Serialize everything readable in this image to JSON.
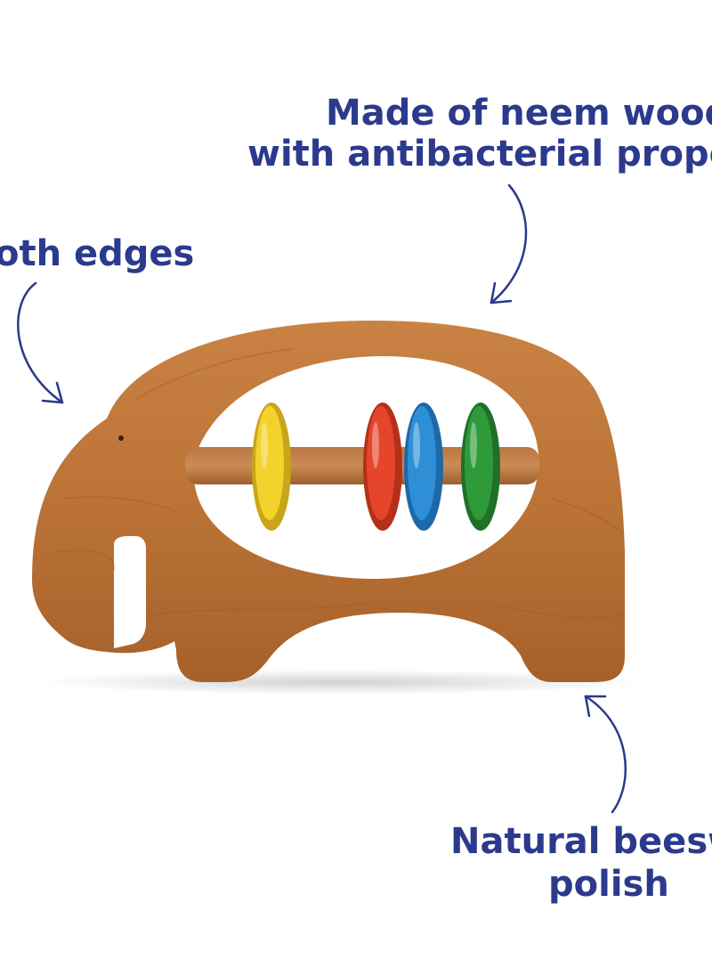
{
  "callouts": {
    "wood_line1": "Made of neem wood",
    "wood_line2": "with antibacterial proper",
    "edges": "oth edges",
    "polish_line1": "Natural beesw",
    "polish_line2": "polish"
  },
  "product": {
    "beads": [
      {
        "color": "#f3d22b",
        "shade": "#c9a51a"
      },
      {
        "color": "#e5452a",
        "shade": "#b5301b"
      },
      {
        "color": "#2f8fd6",
        "shade": "#1d69a8"
      },
      {
        "color": "#2f9a3a",
        "shade": "#1f7028"
      }
    ],
    "wood_color": "#c2783a",
    "wood_dark": "#a35f2a"
  },
  "colors": {
    "text": "#2b3a8c",
    "arrow": "#2b3a8c"
  }
}
